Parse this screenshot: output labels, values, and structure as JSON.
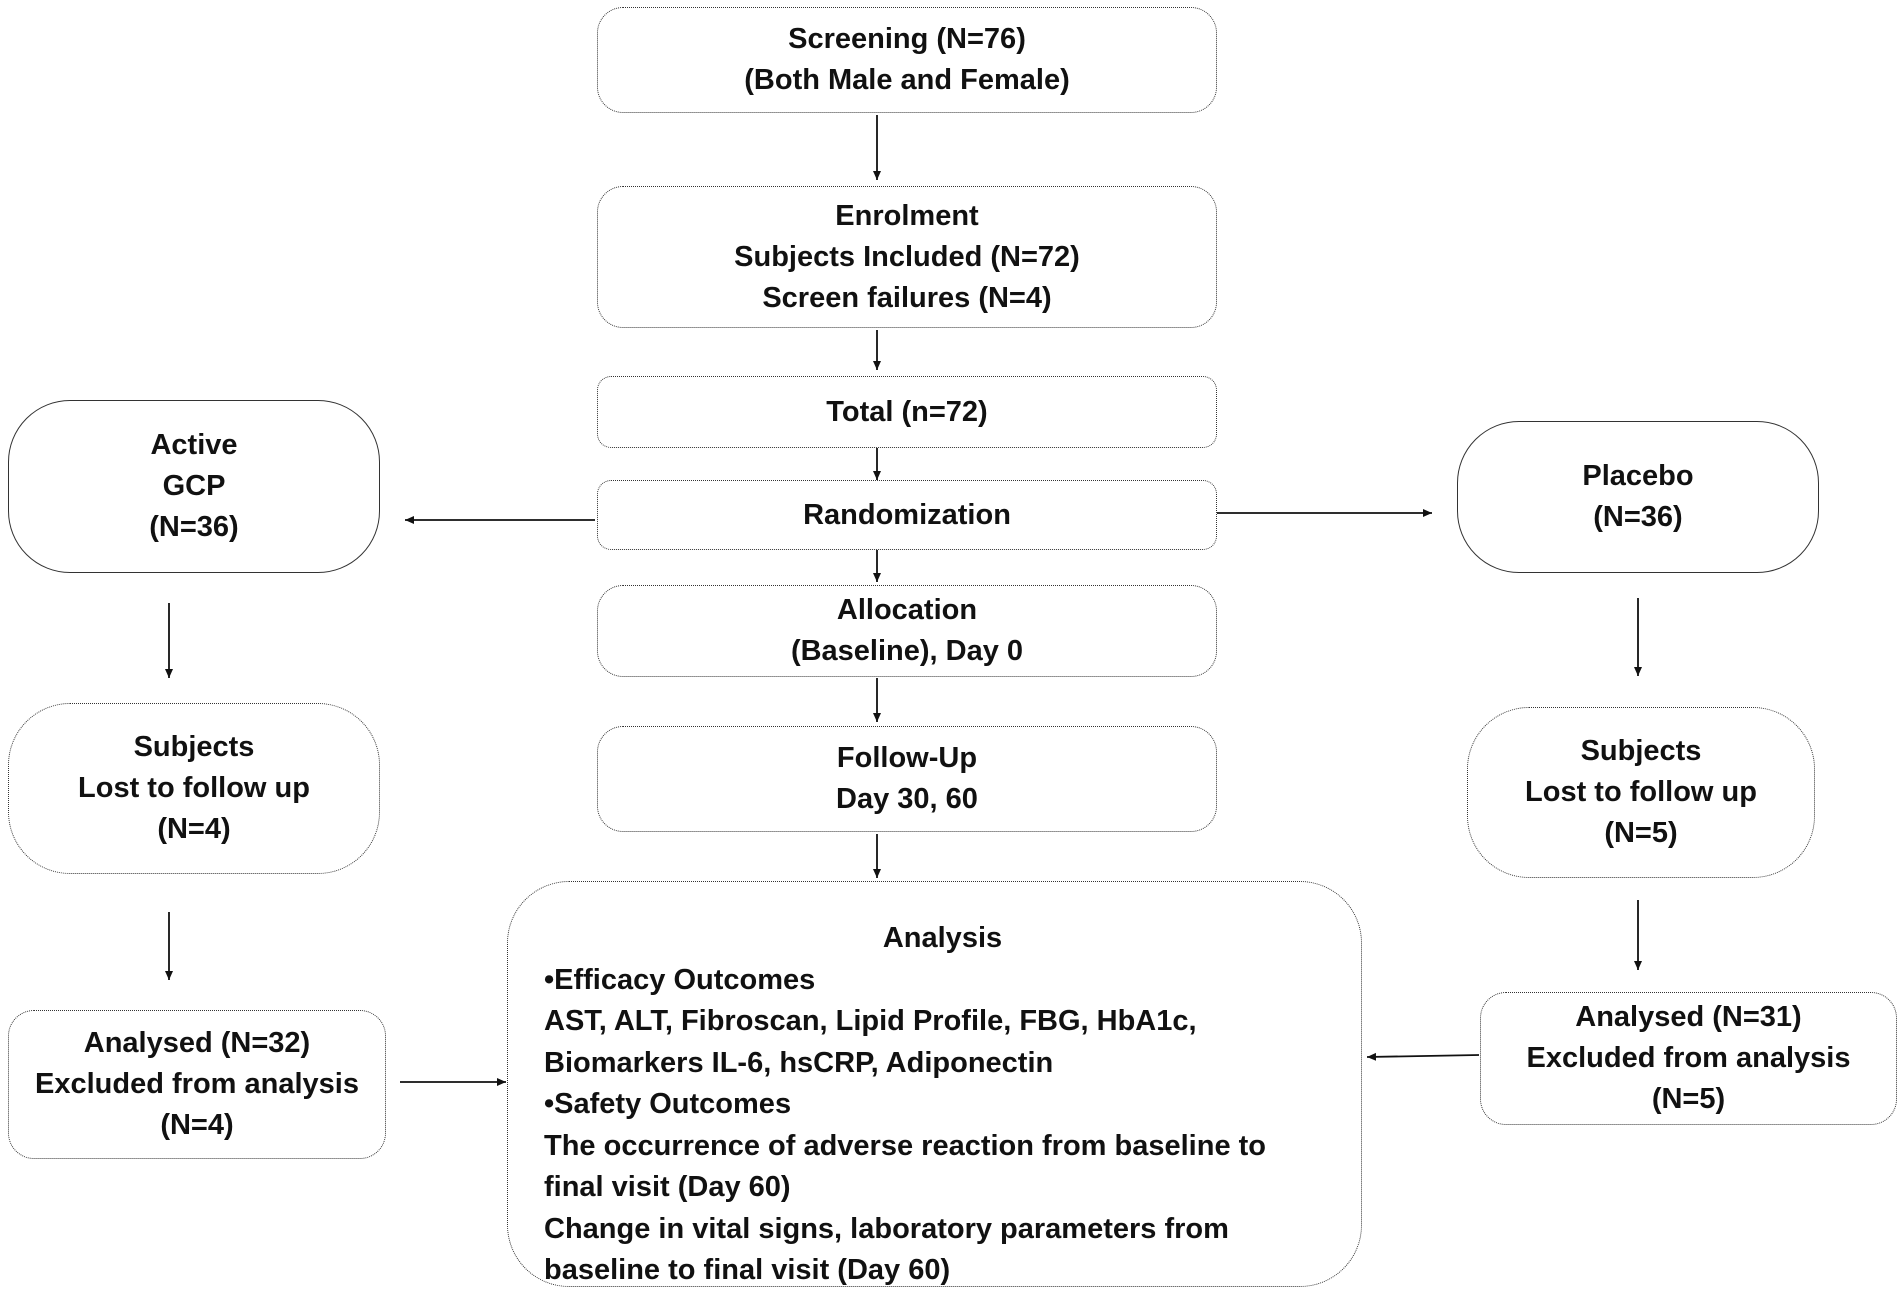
{
  "center": {
    "screening": [
      "Screening (N=76)",
      "(Both Male and Female)"
    ],
    "enrolment": [
      "Enrolment",
      "Subjects Included (N=72)",
      "Screen failures (N=4)"
    ],
    "total": [
      "Total (n=72)"
    ],
    "randomization": [
      "Randomization"
    ],
    "allocation": [
      "Allocation",
      "(Baseline), Day 0"
    ],
    "followup": [
      "Follow-Up",
      "Day 30, 60"
    ]
  },
  "left": {
    "arm": [
      "Active",
      "GCP",
      "(N=36)"
    ],
    "lost": [
      "Subjects",
      "Lost to follow up",
      "(N=4)"
    ],
    "analysed": [
      "Analysed (N=32)",
      "Excluded from analysis",
      "(N=4)"
    ]
  },
  "right": {
    "arm": [
      "Placebo",
      "(N=36)"
    ],
    "lost": [
      "Subjects",
      "Lost to follow up",
      "(N=5)"
    ],
    "analysed": [
      "Analysed (N=31)",
      "Excluded from analysis",
      "(N=5)"
    ]
  },
  "analysis": {
    "title": "Analysis",
    "lines": [
      "•Efficacy Outcomes",
      "AST, ALT, Fibroscan, Lipid Profile, FBG, HbA1c,",
      "Biomarkers IL-6, hsCRP, Adiponectin",
      "•Safety Outcomes",
      "The occurrence of adverse reaction from baseline to",
      "final visit (Day 60)",
      "Change in vital signs, laboratory parameters from",
      "baseline to final visit (Day 60)"
    ]
  }
}
